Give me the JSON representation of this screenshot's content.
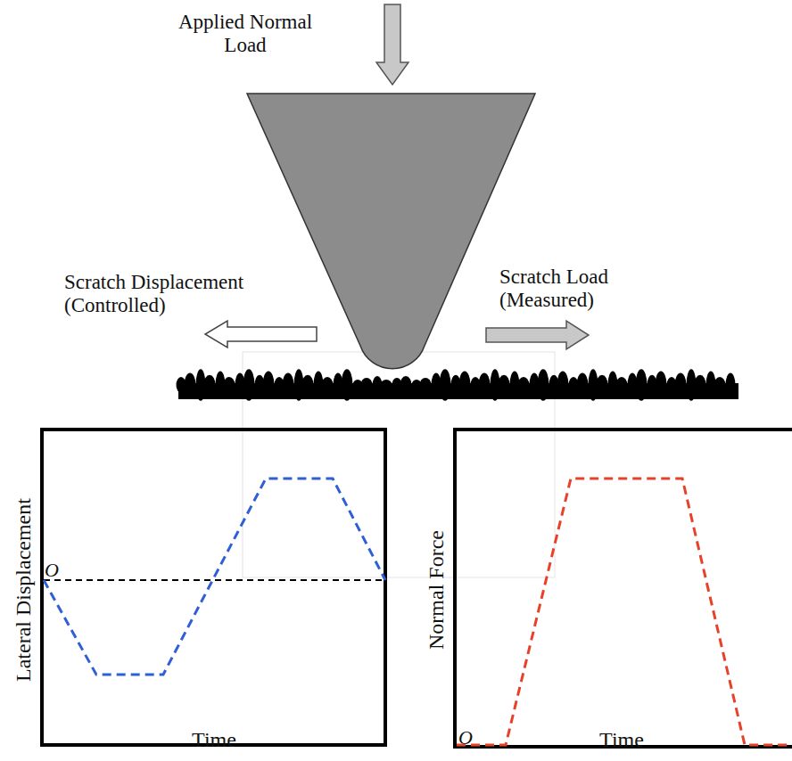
{
  "diagram": {
    "labels": [
      "Applied Normal Load",
      "Scratch Displacement (Controlled)",
      "Scratch Load (Measured)",
      "Lateral Displacement",
      "Time",
      "O",
      "Normal Force",
      "Time",
      "O"
    ]
  }
}
